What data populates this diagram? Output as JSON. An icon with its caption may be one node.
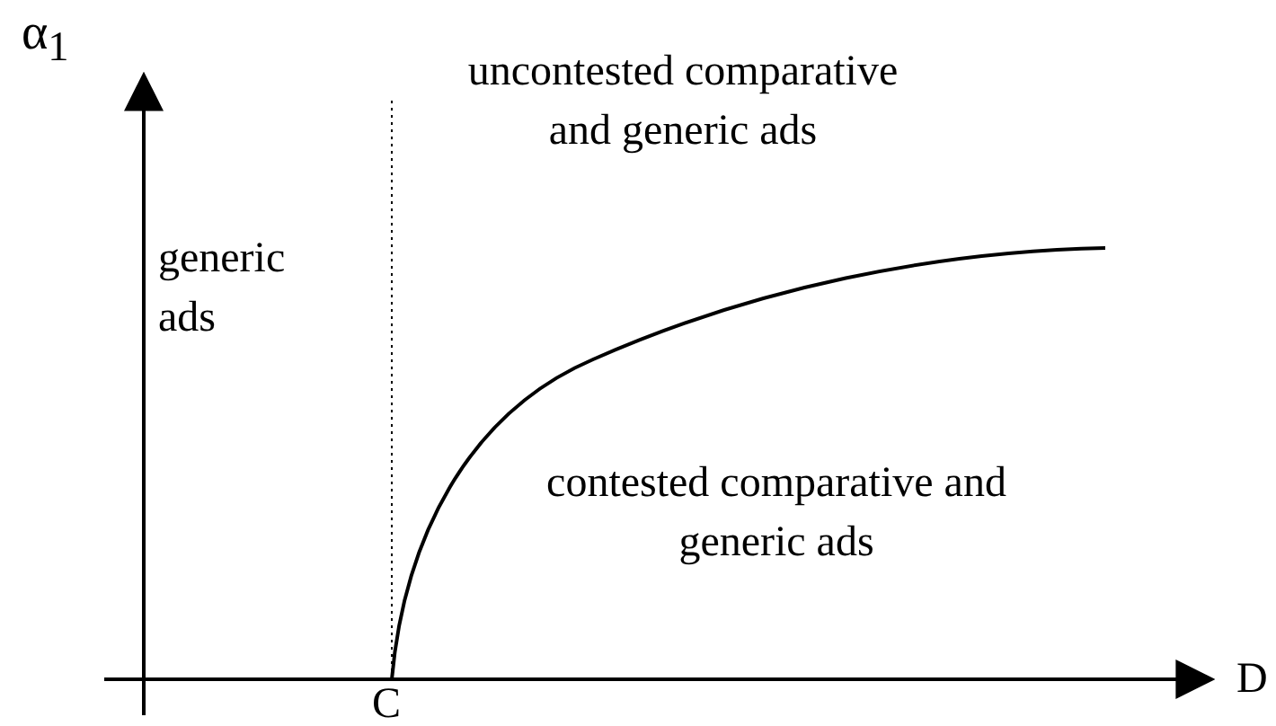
{
  "diagram": {
    "labels": [
      "α$_{1}$",
      "uncontested comparative and generic ads",
      "generic ads",
      "contested comparative and generic ads",
      "D",
      "C"
    ]
  }
}
